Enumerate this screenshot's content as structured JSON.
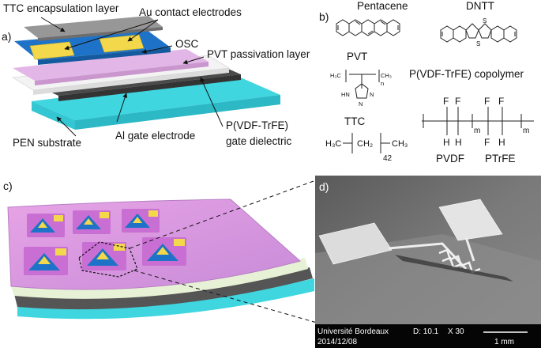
{
  "panel_a": {
    "letter": "a)",
    "labels": {
      "ttc_encapsulation": "TTC encapsulation layer",
      "au_contact": "Au contact electrodes",
      "osc": "OSC",
      "pvt_passivation": "PVT passivation layer",
      "pen_substrate": "PEN substrate",
      "al_gate": "Al gate electrode",
      "pvdf_line1": "P(VDF-TrFE)",
      "pvdf_line2": "gate dielectric"
    },
    "colors": {
      "ttc": "#8c8c8c",
      "au": "#f2d84a",
      "osc": "#1e73c8",
      "pvt": "#e2b6e6",
      "white_layer": "#f2f2f2",
      "al": "#4a4a4a",
      "pen": "#3fd6e0"
    }
  },
  "panel_b": {
    "letter": "b)",
    "labels": {
      "pentacene": "Pentacene",
      "dntt": "DNTT",
      "pvt": "PVT",
      "pvdf_copolymer": "P(VDF-TrFE) copolymer",
      "ttc": "TTC",
      "pvdf": "PVDF",
      "ptrfe": "PTrFE"
    },
    "atoms": {
      "s1": "S",
      "s2": "S",
      "h3c": "H₃C",
      "ch3": "CH₃",
      "n_sub": "n",
      "hn": "HN",
      "n1": "N",
      "n2": "N",
      "ttc_formula": "H₃C",
      "ttc_mid": "CH₂",
      "ttc_end": "CH₃",
      "ttc_sub": "42",
      "f1": "F",
      "f2": "F",
      "f3": "F",
      "f4": "F",
      "f5": "F",
      "h1": "H",
      "h2": "H",
      "h3": "H",
      "m1": "m",
      "m2": "m"
    }
  },
  "panel_c": {
    "letter": "c)"
  },
  "panel_d": {
    "letter": "d)",
    "footer": {
      "institution": "Université Bordeaux",
      "date": "2014/12/08",
      "distance": "D: 10.1",
      "magnification": "X 30",
      "scale": "1 mm"
    }
  }
}
